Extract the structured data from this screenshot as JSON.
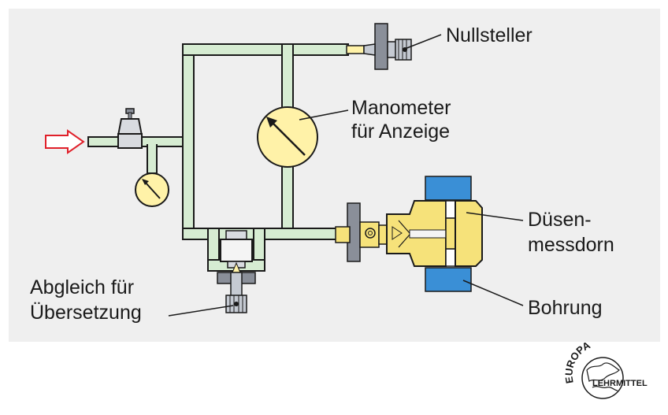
{
  "labels": {
    "nullsteller": "Nullsteller",
    "manometer_line1": "Manometer",
    "manometer_line2": "für Anzeige",
    "duesen_line1": "Düsen-",
    "duesen_line2": "messdorn",
    "bohrung": "Bohrung",
    "abgleich_line1": "Abgleich für",
    "abgleich_line2": "Übersetzung"
  },
  "logo": {
    "arc_text": "EUROPA",
    "main_text": "LEHRMITTEL"
  },
  "colors": {
    "panel": "#efefef",
    "pipe_fill": "#d6ecd2",
    "outline": "#1a1a1a",
    "gauge_fill": "#fff2a8",
    "brass_fill": "#f6e27a",
    "workpiece_blue": "#3a8fd6",
    "inlet_arrow": "#e0202a",
    "chamber_fill": "#f4f4f4",
    "valve_grey": "#8a8f99"
  }
}
